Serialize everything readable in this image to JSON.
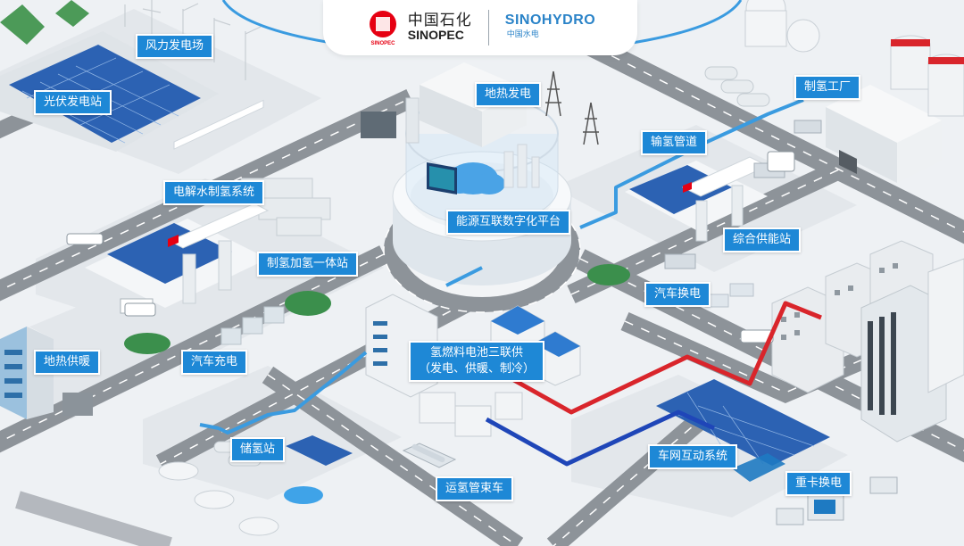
{
  "header": {
    "sinopec_cn": "中国石化",
    "sinopec_en": "SINOPEC",
    "sinopec_mark_text": "SINOPEC",
    "sinohydro_en": "SINOHYDRO",
    "sinohydro_cn": "中国水电",
    "brand_color_sinopec": "#e60012",
    "brand_color_sinohydro": "#2a83c8"
  },
  "labels": {
    "wind_farm": "风力发电场",
    "pv_station": "光伏发电站",
    "geothermal_power": "地热发电",
    "h2_factory": "制氢工厂",
    "h2_pipeline": "输氢管道",
    "electrolysis": "电解水制氢系统",
    "energy_platform": "能源互联数字化平台",
    "integrated_station": "综合供能站",
    "h2_station": "制氢加氢一体站",
    "battery_swap_car": "汽车换电",
    "geothermal_heating": "地热供暖",
    "car_charging": "汽车充电",
    "fuel_cell_line1": "氢燃料电池三联供",
    "fuel_cell_line2": "（发电、供暖、制冷）",
    "h2_storage": "储氢站",
    "v2g": "车网互动系统",
    "h2_tube_truck": "运氢管束车",
    "heavy_truck_swap": "重卡换电"
  },
  "colors": {
    "label_bg": "#1e88d6",
    "pipe_blue": "#3a9be0",
    "pipe_red": "#d9252b",
    "pipe_navy": "#1f46b8",
    "road": "#8d9399",
    "ground": "#eef1f4"
  }
}
